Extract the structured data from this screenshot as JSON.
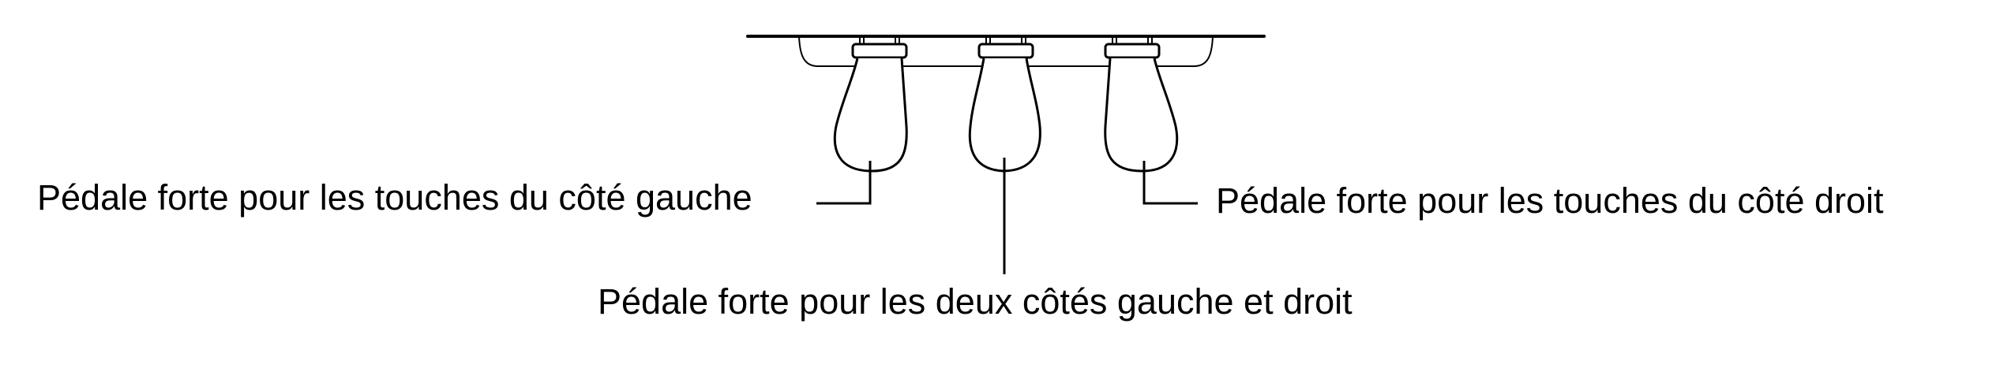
{
  "diagram": {
    "subject": "piano-pedals",
    "pedal_count": 3,
    "line_color": "#000000",
    "background_color": "#ffffff"
  },
  "labels": {
    "left": "Pédale forte pour les touches du côté gauche",
    "center": "Pédale forte pour les deux côtés gauche et droit",
    "right": "Pédale forte pour les touches du côté droit"
  },
  "pedals": [
    {
      "position": "left",
      "label_ref": "labels.left"
    },
    {
      "position": "center",
      "label_ref": "labels.center"
    },
    {
      "position": "right",
      "label_ref": "labels.right"
    }
  ]
}
